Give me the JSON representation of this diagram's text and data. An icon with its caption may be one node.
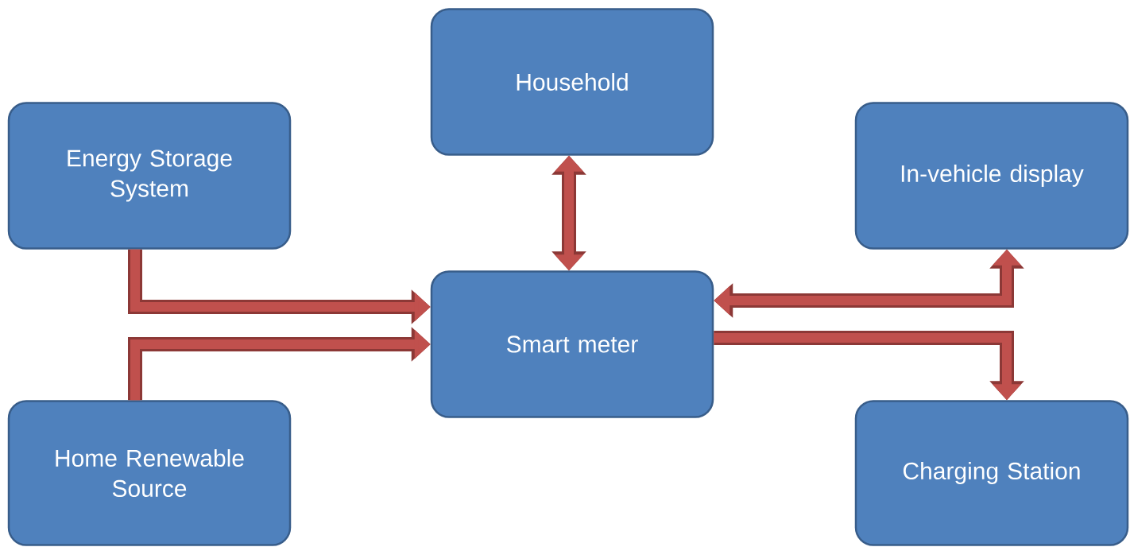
{
  "diagram": {
    "nodes": [
      {
        "text": [
          "Energy Storage System"
        ]
      },
      {
        "text": [
          "Household"
        ]
      },
      {
        "text": [
          "In-vehicle display"
        ]
      },
      {
        "text": [
          "Smart meter"
        ]
      },
      {
        "text": [
          "Home Renewable Source"
        ]
      },
      {
        "text": [
          "Charging Station"
        ]
      }
    ],
    "edges": [
      {
        "from": 0,
        "to": 3,
        "arrow": "to"
      },
      {
        "from": 4,
        "to": 3,
        "arrow": "to"
      },
      {
        "from": 1,
        "to": 3,
        "arrow": "both"
      },
      {
        "from": 3,
        "to": 2,
        "arrow": "both"
      },
      {
        "from": 3,
        "to": 5,
        "arrow": "to"
      }
    ]
  }
}
